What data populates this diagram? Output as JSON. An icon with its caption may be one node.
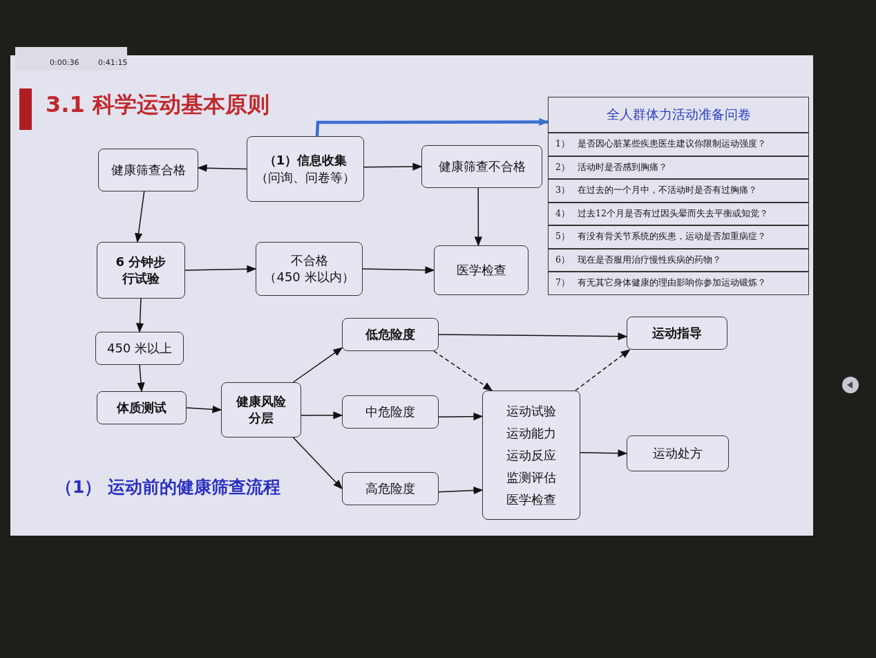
{
  "diagram": {
    "title": "3.1 科学运动基本原则",
    "nodes": [
      {
        "text": [
          "健康筛查合格"
        ]
      },
      {
        "text": [
          "（1）信息收集",
          "（问询、问卷等）"
        ]
      },
      {
        "text": [
          "健康筛查不合格"
        ]
      },
      {
        "text": [
          "全人群体力活动准备问卷"
        ]
      },
      {
        "text": [
          "1）",
          "是否因心脏某些疾患医生建议你限制运动强度？"
        ]
      },
      {
        "text": [
          "2）",
          "活动时是否感到胸痛？"
        ]
      },
      {
        "text": [
          "3）",
          "在过去的一个月中，不活动时是否有过胸痛？"
        ]
      },
      {
        "text": [
          "4）",
          "过去12个月是否有过因头晕而失去平衡或知觉？"
        ]
      },
      {
        "text": [
          "5）",
          "有没有骨关节系统的疾患，运动是否加重病症？"
        ]
      },
      {
        "text": [
          "6）",
          "现在是否服用治疗慢性疾病的药物？"
        ]
      },
      {
        "text": [
          "7）",
          "有无其它身体健康的理由影响你参加运动锻炼？"
        ]
      },
      {
        "text": [
          "6 分钟步行试验"
        ]
      },
      {
        "text": [
          "不合格",
          "（450 米以内）"
        ]
      },
      {
        "text": [
          "医学检查"
        ]
      },
      {
        "text": [
          "450 米以上"
        ]
      },
      {
        "text": [
          "低危险度"
        ]
      },
      {
        "text": [
          "运动指导"
        ]
      },
      {
        "text": [
          "体质测试"
        ]
      },
      {
        "text": [
          "健康风险分层"
        ]
      },
      {
        "text": [
          "中危险度"
        ]
      },
      {
        "text": [
          "运动试验",
          "运动能力",
          "运动反应",
          "监测评估",
          "医学检查"
        ]
      },
      {
        "text": [
          "运动处方"
        ]
      },
      {
        "text": [
          "高危险度"
        ]
      }
    ],
    "edges": [
      {
        "from": 1,
        "to": 0,
        "arrow": "to"
      },
      {
        "from": 1,
        "to": 2,
        "arrow": "to"
      },
      {
        "from": 1,
        "to": 3,
        "arrow": "to",
        "style": "thick",
        "color": "#3b6fd0"
      },
      {
        "from": 0,
        "to": 11,
        "arrow": "to"
      },
      {
        "from": 2,
        "to": 13,
        "arrow": "to"
      },
      {
        "from": 11,
        "to": 12,
        "arrow": "to"
      },
      {
        "from": 12,
        "to": 13,
        "arrow": "to"
      },
      {
        "from": 11,
        "to": 14,
        "arrow": "to"
      },
      {
        "from": 14,
        "to": 17,
        "arrow": "to"
      },
      {
        "from": 17,
        "to": 18,
        "arrow": "to"
      },
      {
        "from": 18,
        "to": 15,
        "arrow": "to"
      },
      {
        "from": 18,
        "to": 19,
        "arrow": "to"
      },
      {
        "from": 18,
        "to": 22,
        "arrow": "to"
      },
      {
        "from": 15,
        "to": 16,
        "arrow": "to"
      },
      {
        "from": 15,
        "to": 20,
        "arrow": "to",
        "style": "dashed"
      },
      {
        "from": 19,
        "to": 20,
        "arrow": "to"
      },
      {
        "from": 22,
        "to": 20,
        "arrow": "to"
      },
      {
        "from": 20,
        "to": 16,
        "arrow": "to",
        "style": "dashed"
      },
      {
        "from": 20,
        "to": 21,
        "arrow": "to"
      }
    ],
    "labels": [
      "0:00:36",
      "0:41:15",
      "（1） 运动前的健康筛查流程"
    ]
  }
}
